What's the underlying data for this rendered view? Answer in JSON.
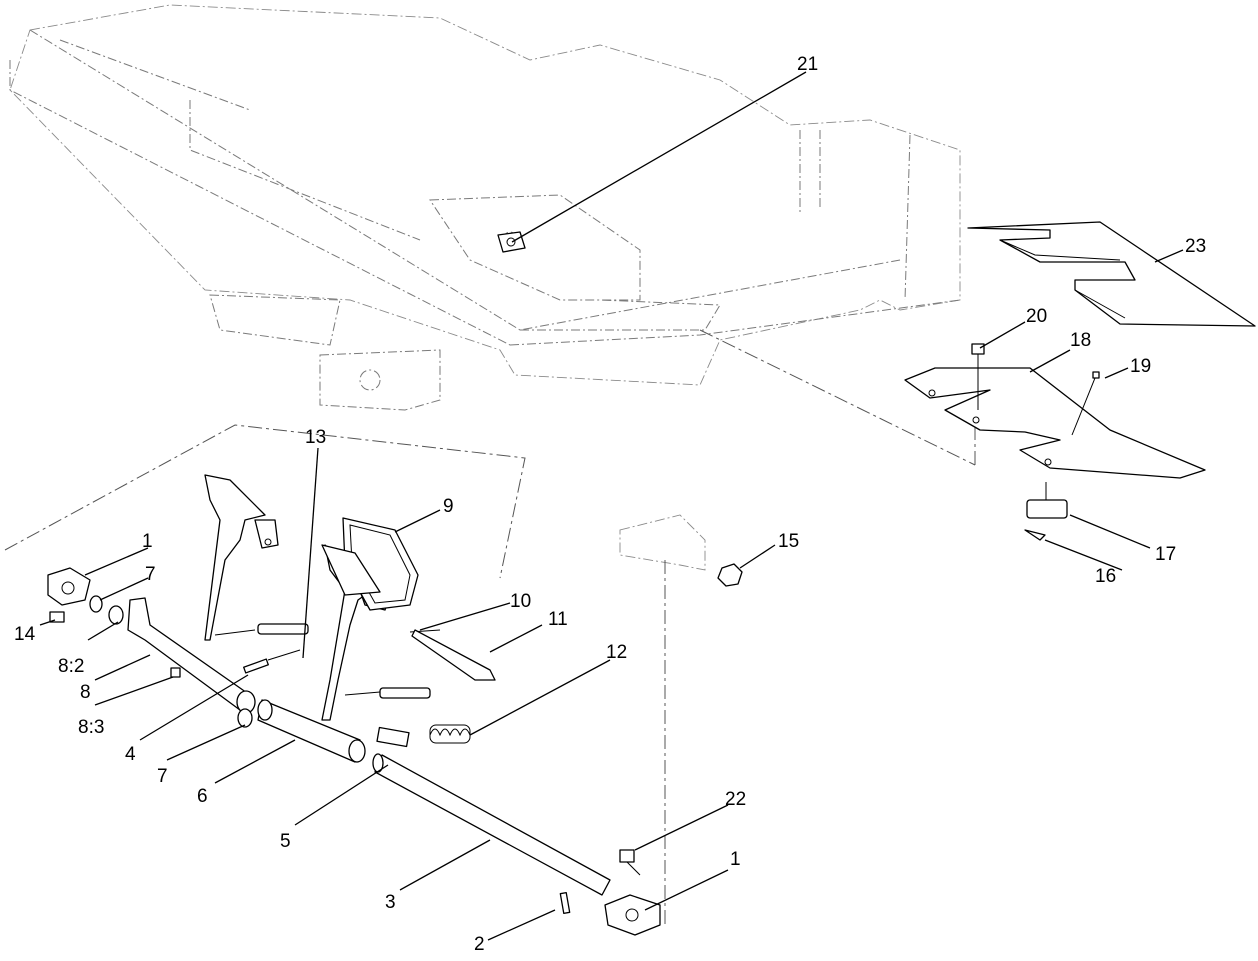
{
  "callouts": [
    {
      "id": "c1a",
      "label": "1"
    },
    {
      "id": "c1b",
      "label": "1"
    },
    {
      "id": "c2",
      "label": "2"
    },
    {
      "id": "c3",
      "label": "3"
    },
    {
      "id": "c4",
      "label": "4"
    },
    {
      "id": "c5",
      "label": "5"
    },
    {
      "id": "c6",
      "label": "6"
    },
    {
      "id": "c7a",
      "label": "7"
    },
    {
      "id": "c7b",
      "label": "7"
    },
    {
      "id": "c8",
      "label": "8"
    },
    {
      "id": "c82",
      "label": "8:2"
    },
    {
      "id": "c83",
      "label": "8:3"
    },
    {
      "id": "c9",
      "label": "9"
    },
    {
      "id": "c10",
      "label": "10"
    },
    {
      "id": "c11",
      "label": "11"
    },
    {
      "id": "c12",
      "label": "12"
    },
    {
      "id": "c13",
      "label": "13"
    },
    {
      "id": "c14",
      "label": "14"
    },
    {
      "id": "c15",
      "label": "15"
    },
    {
      "id": "c16",
      "label": "16"
    },
    {
      "id": "c17",
      "label": "17"
    },
    {
      "id": "c18",
      "label": "18"
    },
    {
      "id": "c19",
      "label": "19"
    },
    {
      "id": "c20",
      "label": "20"
    },
    {
      "id": "c21",
      "label": "21"
    },
    {
      "id": "c22",
      "label": "22"
    },
    {
      "id": "c23",
      "label": "23"
    }
  ]
}
